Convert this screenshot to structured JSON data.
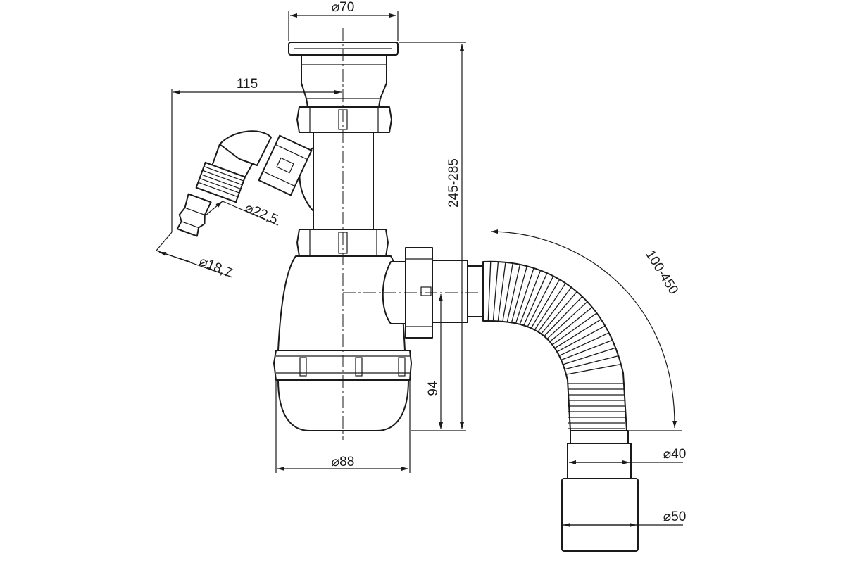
{
  "dimensions": {
    "grate_diameter": "⌀70",
    "outlet_offset": "115",
    "total_height": "245-285",
    "hose_inner_diameter": "⌀22,5",
    "hose_outer_diameter": "⌀18,7",
    "flex_length": "100-450",
    "outlet_height": "94",
    "bowl_diameter": "⌀88",
    "pipe_diameter_1": "⌀40",
    "pipe_diameter_2": "⌀50"
  },
  "colors": {
    "line": "#1a1a1a",
    "fill": "#ffffff"
  }
}
